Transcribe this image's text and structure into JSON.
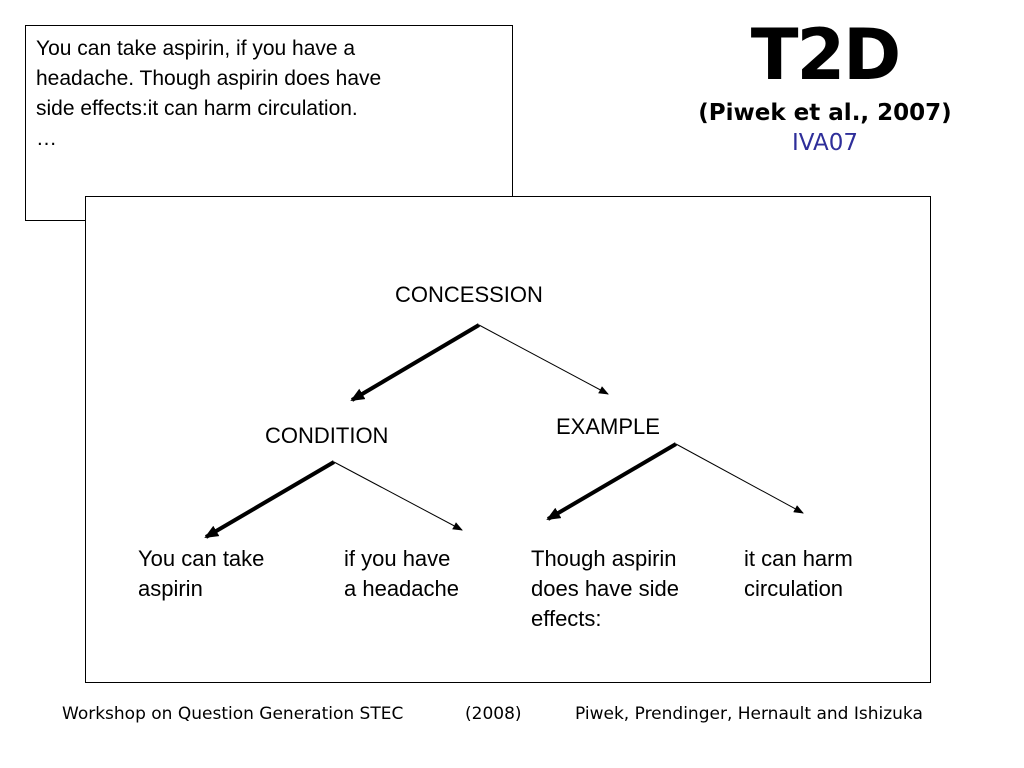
{
  "textbox": {
    "lines": [
      "You can take aspirin, if you have a",
      "headache. Though aspirin does have",
      "side effects:it can harm circulation.",
      "",
      "…"
    ]
  },
  "header": {
    "title": "T2D",
    "citation": "(Piwek et al., 2007)",
    "venue": "IVA07"
  },
  "colors": {
    "venue": "#2e2e9a",
    "line": "#000000"
  },
  "diagram": {
    "nodes": {
      "concession": "CONCESSION",
      "condition": "CONDITION",
      "example": "EXAMPLE"
    },
    "leaves": {
      "leaf1": [
        "You can take",
        "aspirin"
      ],
      "leaf2": [
        "if you have",
        "a headache"
      ],
      "leaf3": [
        "Though aspirin",
        "does have side",
        "effects:"
      ],
      "leaf4": [
        "it can harm",
        "circulation"
      ]
    }
  },
  "footer": {
    "workshop": "Workshop on Question Generation STEC",
    "year": "(2008)",
    "authors": "Piwek, Prendinger, Hernault and Ishizuka"
  }
}
